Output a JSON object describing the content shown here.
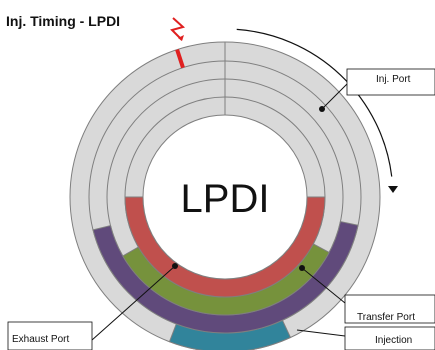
{
  "title": "Inj. Timing - LPDI",
  "center_label": "LPDI",
  "labels": {
    "inj_port": "Inj. Port",
    "transfer_port": "Transfer Port",
    "exhaust_port": "Exhaust Port",
    "injection": "Injection"
  },
  "colors": {
    "ring_base": "#d9d9d9",
    "ring_stroke": "#7f7f7f",
    "inj_port": "#c0504d",
    "transfer_port": "#76923c",
    "exhaust_port": "#604a7b",
    "injection": "#31849b",
    "spark_icon": "#e02020",
    "marker": "#e02020"
  },
  "icons": {
    "spark": "lightning-bolt-icon",
    "rotation": "rotation-arrow"
  }
}
